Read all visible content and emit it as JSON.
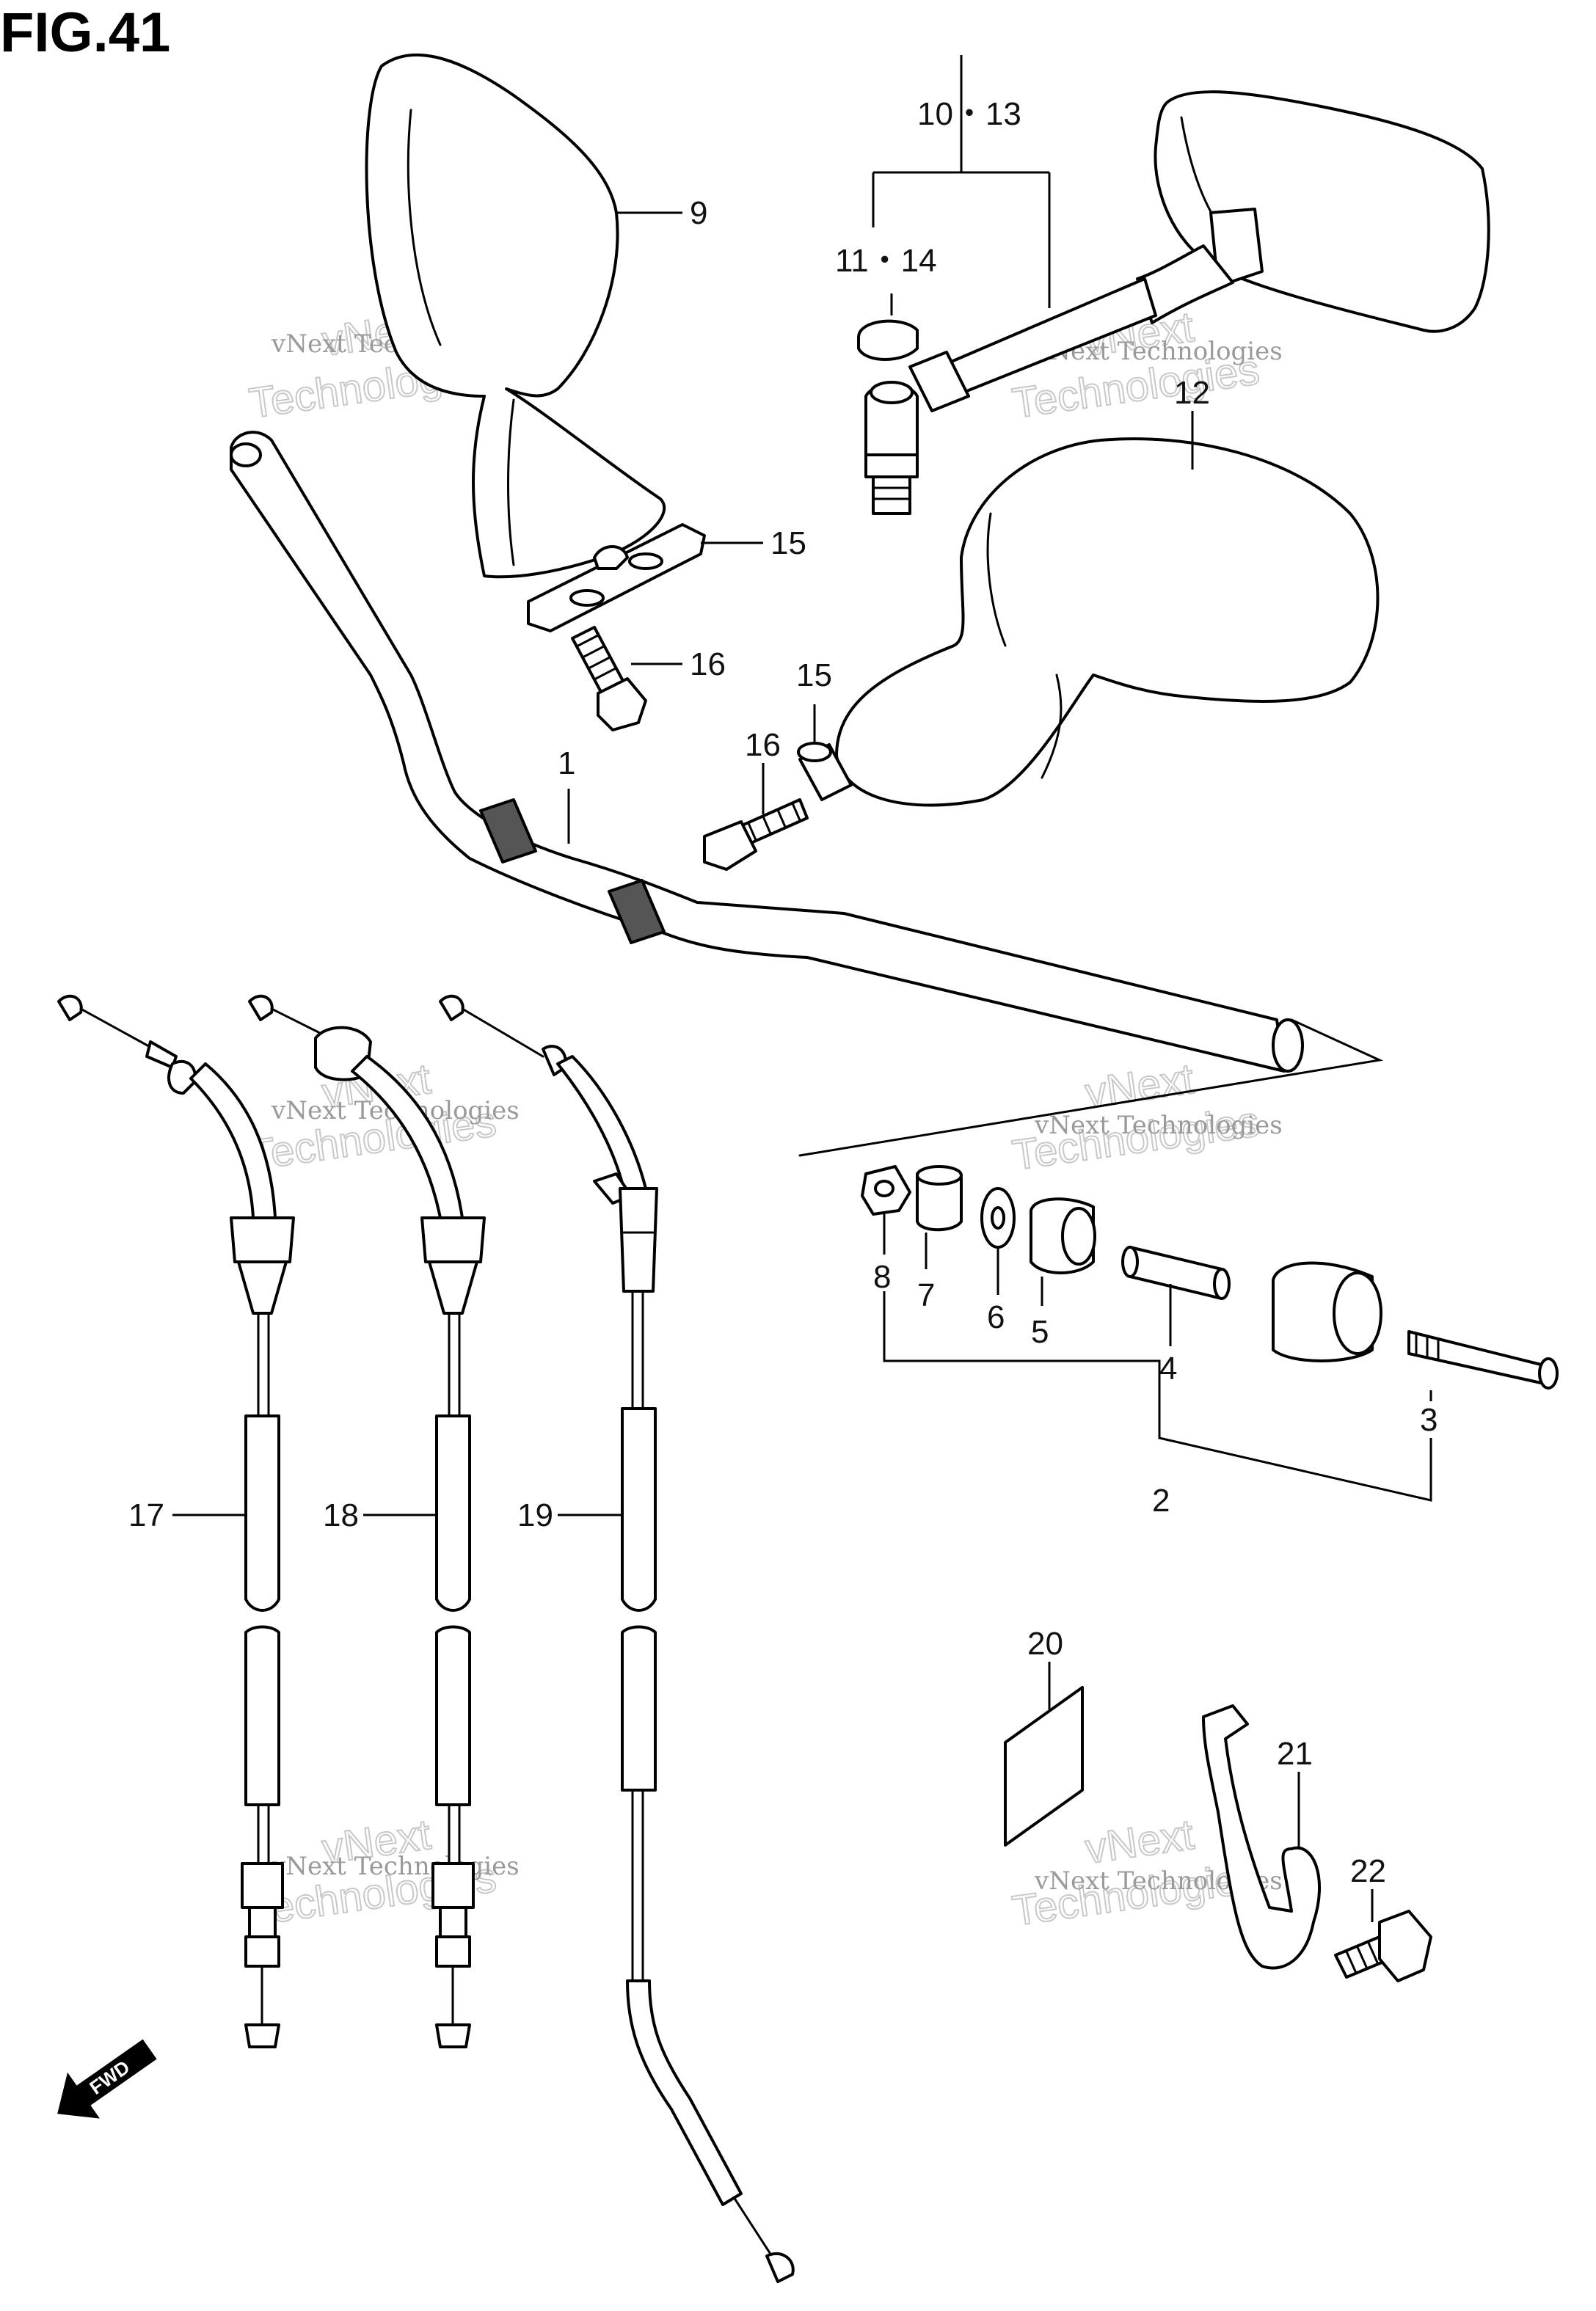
{
  "figure": {
    "title": "FIG.41"
  },
  "callouts": {
    "c1": "1",
    "c2": "2",
    "c3": "3",
    "c4": "4",
    "c5": "5",
    "c6": "6",
    "c7": "7",
    "c8": "8",
    "c9": "9",
    "c10_13": "10・13",
    "c11_14": "11・14",
    "c12": "12",
    "c15a": "15",
    "c15b": "15",
    "c16a": "16",
    "c16b": "16",
    "c17": "17",
    "c18": "18",
    "c19": "19",
    "c20": "20",
    "c21": "21",
    "c22": "22"
  },
  "fwd_label": "FWD",
  "watermark": {
    "line1": "vNext Technologies",
    "line2": "vNext",
    "line3": "Technologies"
  }
}
